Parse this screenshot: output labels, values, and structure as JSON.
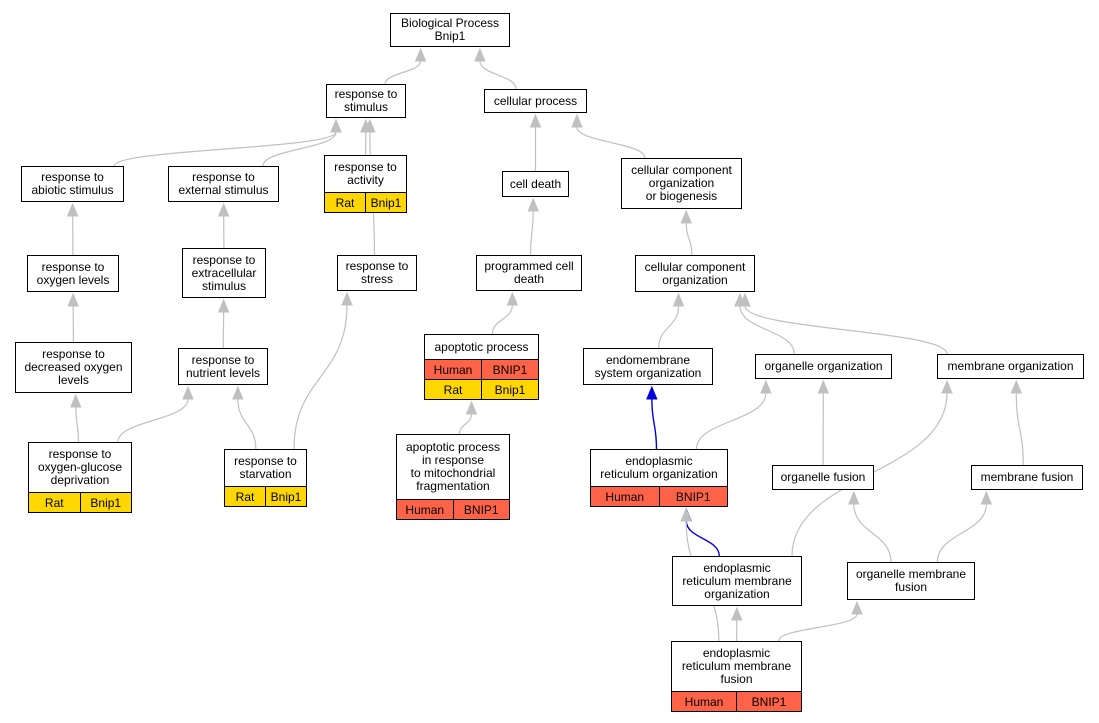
{
  "colors": {
    "edge": "#c0c0c0",
    "highlight_edge": "#0000e0",
    "human": "#ff6347",
    "rat": "#ffd700"
  },
  "nodes": {
    "bp": {
      "label": [
        "Biological Process",
        "Bnip1"
      ]
    },
    "rts": {
      "label": [
        "response to",
        "stimulus"
      ]
    },
    "cp": {
      "label": [
        "cellular process"
      ]
    },
    "ras": {
      "label": [
        "response to",
        "abiotic stimulus"
      ]
    },
    "res": {
      "label": [
        "response to",
        "external stimulus"
      ]
    },
    "rta": {
      "label": [
        "response to",
        "activity"
      ],
      "rows": [
        [
          "Rat",
          "Bnip1"
        ]
      ]
    },
    "cd": {
      "label": [
        "cell death"
      ]
    },
    "ccob": {
      "label": [
        "cellular component",
        "organization",
        "or biogenesis"
      ]
    },
    "rol": {
      "label": [
        "response to",
        "oxygen levels"
      ]
    },
    "rexs": {
      "label": [
        "response to",
        "extracellular",
        "stimulus"
      ]
    },
    "rtst": {
      "label": [
        "response to",
        "stress"
      ]
    },
    "pcd": {
      "label": [
        "programmed cell",
        "death"
      ]
    },
    "cco": {
      "label": [
        "cellular component",
        "organization"
      ]
    },
    "rdol": {
      "label": [
        "response to",
        "decreased oxygen",
        "levels"
      ]
    },
    "rnl": {
      "label": [
        "response to",
        "nutrient levels"
      ]
    },
    "ap": {
      "label": [
        "apoptotic process"
      ],
      "rows": [
        [
          "Human",
          "BNIP1"
        ],
        [
          "Rat",
          "Bnip1"
        ]
      ]
    },
    "eso": {
      "label": [
        "endomembrane",
        "system organization"
      ]
    },
    "oo": {
      "label": [
        "organelle organization"
      ]
    },
    "mo": {
      "label": [
        "membrane organization"
      ]
    },
    "rogd": {
      "label": [
        "response to",
        "oxygen-glucose",
        "deprivation"
      ],
      "rows": [
        [
          "Rat",
          "Bnip1"
        ]
      ]
    },
    "rstv": {
      "label": [
        "response to",
        "starvation"
      ],
      "rows": [
        [
          "Rat",
          "Bnip1"
        ]
      ]
    },
    "apmf": {
      "label": [
        "apoptotic process",
        "in response",
        "to mitochondrial",
        "fragmentation"
      ],
      "rows": [
        [
          "Human",
          "BNIP1"
        ]
      ]
    },
    "ero": {
      "label": [
        "endoplasmic",
        "reticulum organization"
      ],
      "rows": [
        [
          "Human",
          "BNIP1"
        ]
      ]
    },
    "of": {
      "label": [
        "organelle fusion"
      ]
    },
    "mf": {
      "label": [
        "membrane fusion"
      ]
    },
    "ermo": {
      "label": [
        "endoplasmic",
        "reticulum membrane",
        "organization"
      ]
    },
    "omf": {
      "label": [
        "organelle membrane",
        "fusion"
      ]
    },
    "ermf": {
      "label": [
        "endoplasmic",
        "reticulum membrane",
        "fusion"
      ],
      "rows": [
        [
          "Human",
          "BNIP1"
        ]
      ]
    }
  },
  "edges": [
    {
      "from": "rts",
      "to": "bp",
      "highlight": false
    },
    {
      "from": "cp",
      "to": "bp",
      "highlight": false
    },
    {
      "from": "ras",
      "to": "rts",
      "highlight": false
    },
    {
      "from": "res",
      "to": "rts",
      "highlight": false
    },
    {
      "from": "rta",
      "to": "rts",
      "highlight": false
    },
    {
      "from": "rtst",
      "to": "rts",
      "highlight": false
    },
    {
      "from": "cd",
      "to": "cp",
      "highlight": false
    },
    {
      "from": "ccob",
      "to": "cp",
      "highlight": false
    },
    {
      "from": "rol",
      "to": "ras",
      "highlight": false
    },
    {
      "from": "rexs",
      "to": "res",
      "highlight": false
    },
    {
      "from": "pcd",
      "to": "cd",
      "highlight": false
    },
    {
      "from": "cco",
      "to": "ccob",
      "highlight": false
    },
    {
      "from": "rdol",
      "to": "rol",
      "highlight": false
    },
    {
      "from": "rnl",
      "to": "rexs",
      "highlight": false
    },
    {
      "from": "ap",
      "to": "pcd",
      "highlight": false
    },
    {
      "from": "eso",
      "to": "cco",
      "highlight": false
    },
    {
      "from": "oo",
      "to": "cco",
      "highlight": false
    },
    {
      "from": "mo",
      "to": "cco",
      "highlight": false
    },
    {
      "from": "rogd",
      "to": "rdol",
      "highlight": false
    },
    {
      "from": "rogd",
      "to": "rnl",
      "highlight": false
    },
    {
      "from": "rstv",
      "to": "rnl",
      "highlight": false
    },
    {
      "from": "rstv",
      "to": "rtst",
      "highlight": false
    },
    {
      "from": "apmf",
      "to": "ap",
      "highlight": false
    },
    {
      "from": "ero",
      "to": "eso",
      "highlight": true
    },
    {
      "from": "ero",
      "to": "oo",
      "highlight": false
    },
    {
      "from": "of",
      "to": "oo",
      "highlight": false
    },
    {
      "from": "mf",
      "to": "mo",
      "highlight": false
    },
    {
      "from": "ermo",
      "to": "ero",
      "highlight": true
    },
    {
      "from": "ermo",
      "to": "mo",
      "highlight": false
    },
    {
      "from": "omf",
      "to": "of",
      "highlight": false
    },
    {
      "from": "omf",
      "to": "mf",
      "highlight": false
    },
    {
      "from": "ermf",
      "to": "ermo",
      "highlight": false
    },
    {
      "from": "ermf",
      "to": "ero",
      "highlight": false
    },
    {
      "from": "ermf",
      "to": "omf",
      "highlight": false
    }
  ]
}
